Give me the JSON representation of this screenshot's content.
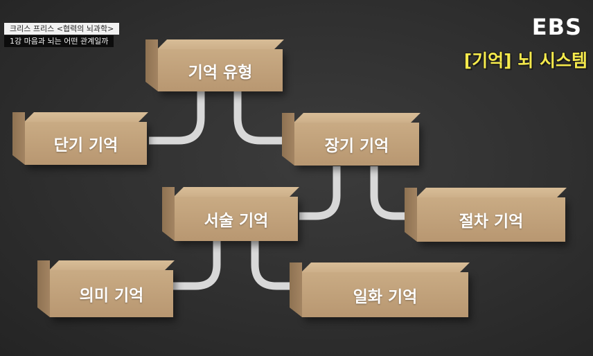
{
  "caption": {
    "lecture": "크리스 프리스 <협력의 뇌과학>",
    "episode": "1강 마음과 뇌는 어떤 관계일까"
  },
  "broadcaster": "EBS",
  "segment_title": "[기억] 뇌 시스템",
  "nodes": {
    "root": "기억 유형",
    "short_term": "단기 기억",
    "long_term": "장기 기억",
    "declarative": "서술 기억",
    "procedural": "절차 기억",
    "semantic": "의미 기억",
    "episodic": "일화 기억"
  },
  "colors": {
    "box": "#c0a27c",
    "connector": "#d9d9d9",
    "title": "#f5ea4c",
    "background": "#333333"
  }
}
